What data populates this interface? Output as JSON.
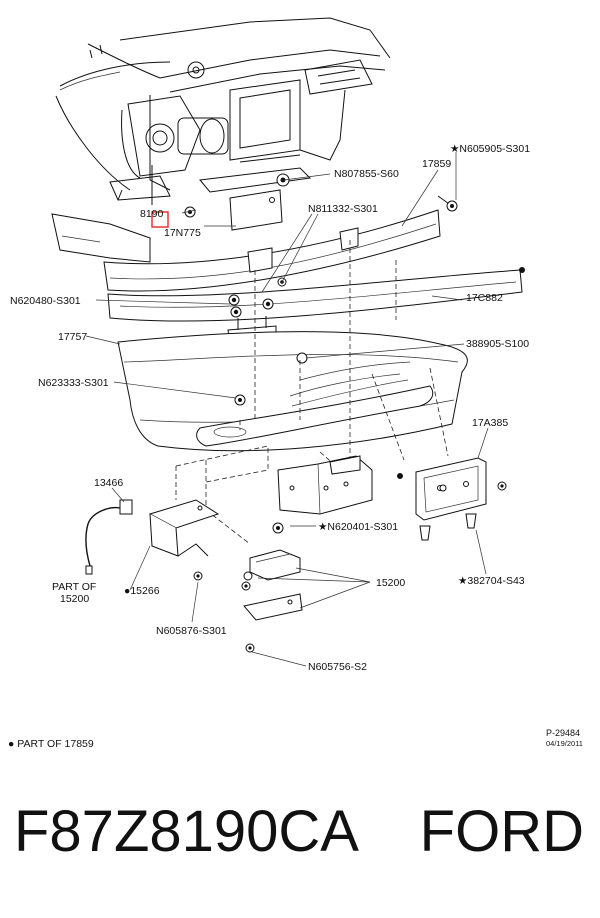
{
  "labels": {
    "n605905": "★N605905-S301",
    "n807855": "N807855-S60",
    "p17859": "17859",
    "p8190": "8190",
    "n811332": "N811332-S301",
    "p17n775": "17N775",
    "n620480": "N620480-S301",
    "p17c882": "17C882",
    "p17757": "17757",
    "n388905": "388905-S100",
    "n623333": "N623333-S301",
    "p17a385": "17A385",
    "p13466": "13466",
    "n620401": "★N620401-S301",
    "part_of": "PART OF",
    "p15200_a": "15200",
    "p15266": "●15266",
    "p15200_b": "15200",
    "n382704": "★382704-S43",
    "n605876": "N605876-S301",
    "n605756": "N605756-S2",
    "footnote": "● PART OF 17859",
    "ref_code": "P-29484",
    "ref_date": "04/19/2011"
  },
  "highlight_color": "#e8262b",
  "footer": {
    "part_number": "F87Z8190CA",
    "brand": "FORD"
  }
}
